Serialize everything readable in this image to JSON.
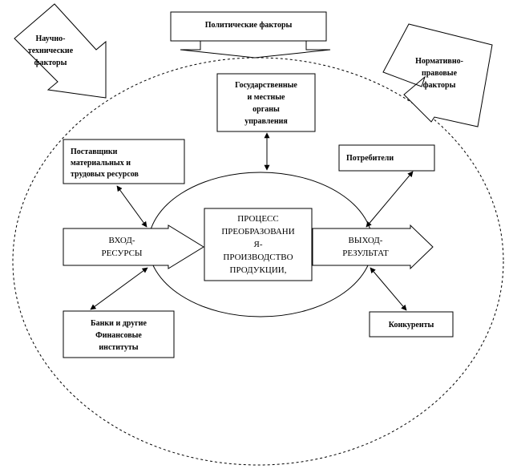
{
  "diagram": {
    "political": {
      "lines": [
        "Политические факторы"
      ]
    },
    "scientific": {
      "lines": [
        "Научно-",
        "технические",
        "факторы"
      ]
    },
    "normative": {
      "lines": [
        "Нормативно-",
        "правовые",
        "факторы"
      ]
    },
    "government": {
      "lines": [
        "Государственные",
        "и местные",
        "органы",
        "управления"
      ]
    },
    "suppliers": {
      "lines": [
        "Поставщики",
        "материальных  и",
        "трудовых  ресурсов"
      ]
    },
    "consumers": {
      "lines": [
        "Потребители"
      ]
    },
    "banks": {
      "lines": [
        "Банки  и другие",
        "Финансовые",
        "институты"
      ]
    },
    "competitors": {
      "lines": [
        "Конкуренты"
      ]
    },
    "process": {
      "lines": [
        "ПРОЦЕСС",
        "ПРЕОБРАЗОВАНИ",
        "Я-",
        "ПРОИЗВОДСТВО",
        "ПРОДУКЦИИ,"
      ]
    },
    "input": {
      "lines": [
        "ВХОД-",
        "РЕСУРСЫ"
      ]
    },
    "output": {
      "lines": [
        "ВЫХОД-",
        "РЕЗУЛЬТАТ"
      ]
    }
  }
}
